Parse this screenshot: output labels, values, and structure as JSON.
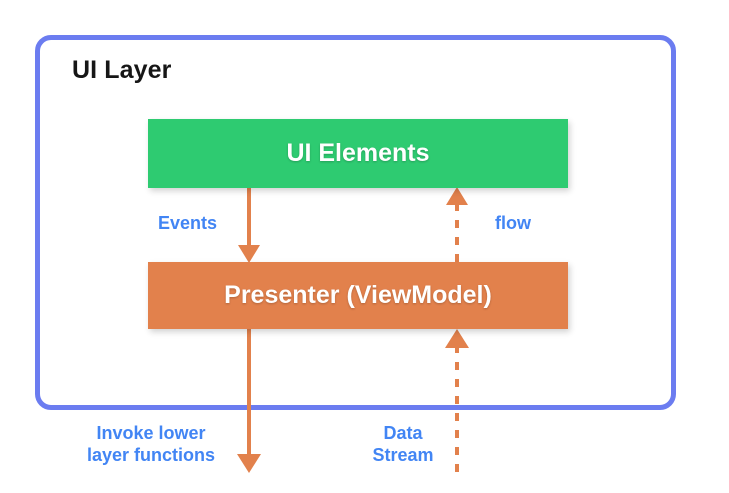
{
  "diagram": {
    "title": "UI Layer",
    "blocks": [
      {
        "id": "ui-elements",
        "label": "UI Elements",
        "color": "#2ecb71"
      },
      {
        "id": "presenter",
        "label": "Presenter (ViewModel)",
        "color": "#e2814c"
      }
    ],
    "connectors": [
      {
        "id": "events",
        "label": "Events",
        "style": "solid",
        "direction": "down",
        "color": "#e2814c"
      },
      {
        "id": "flow",
        "label": "flow",
        "style": "dashed",
        "direction": "up",
        "color": "#e2814c"
      },
      {
        "id": "invoke-lower-layer-functions",
        "label": "Invoke lower\nlayer functions",
        "style": "solid",
        "direction": "down",
        "color": "#e2814c"
      },
      {
        "id": "data-stream",
        "label": "Data\nStream",
        "style": "dashed",
        "direction": "up",
        "color": "#e2814c"
      }
    ],
    "colors": {
      "border": "#6b7cf0",
      "label_text": "#4285f4",
      "title_text": "#161616",
      "block_text": "#ffffff",
      "background": "#ffffff"
    }
  }
}
